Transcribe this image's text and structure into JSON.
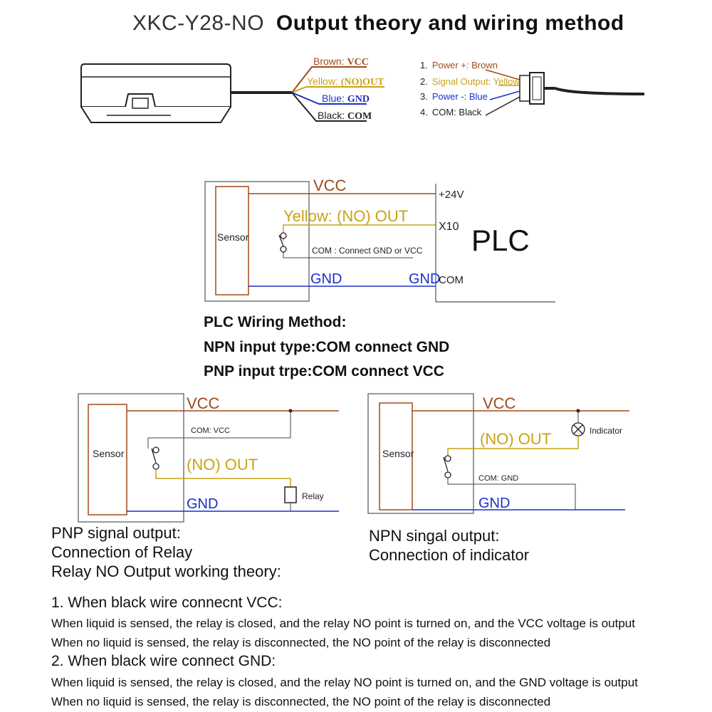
{
  "title": {
    "model": "XKC-Y28-NO",
    "text": "Output theory and wiring method"
  },
  "cable_labels": {
    "brown_prefix": "Brown: ",
    "brown_suffix": "VCC",
    "yellow_prefix": "Yellow: ",
    "yellow_suffix": "(NO)OUT",
    "blue_prefix": "Blue: ",
    "blue_suffix": "GND",
    "black_prefix": "Black: ",
    "black_suffix": "COM"
  },
  "connector_pins": [
    {
      "num": "1.",
      "label": "Power +: Brown"
    },
    {
      "num": "2.",
      "label": "Signal Output: Yellow"
    },
    {
      "num": "3.",
      "label": "Power -: Blue"
    },
    {
      "num": "4.",
      "label": "COM: Black"
    }
  ],
  "plc_diagram": {
    "sensor": "Sensor",
    "vcc": "VCC",
    "yellow_out": "Yellow: (NO) OUT",
    "com_note": "COM : Connect GND or VCC",
    "gnd_left": "GND",
    "gnd_right": "GND",
    "plus24": "+24V",
    "x10": "X10",
    "plc": "PLC",
    "com": "COM"
  },
  "plc_notes": [
    "PLC Wiring Method:",
    "NPN input type:COM connect GND",
    "PNP input trpe:COM connect VCC"
  ],
  "relay_diagram": {
    "sensor": "Sensor",
    "vcc": "VCC",
    "com": "COM: VCC",
    "out": "(NO) OUT",
    "gnd": "GND",
    "relay": "Relay"
  },
  "indicator_diagram": {
    "sensor": "Sensor",
    "vcc": "VCC",
    "out": "(NO) OUT",
    "com": "COM: GND",
    "gnd": "GND",
    "indicator": "Indicator"
  },
  "pnp_caption": [
    "PNP signal output:",
    "Connection of Relay",
    "Relay NO Output working theory:"
  ],
  "npn_caption": [
    "NPN singal output:",
    "Connection of indicator"
  ],
  "theory": [
    {
      "heading": "1. When black wire connecnt VCC:",
      "lines": [
        "When liquid is sensed, the relay is closed, and the relay NO point is turned on, and the VCC voltage is output",
        "When no liquid is sensed, the relay is disconnected, the NO point of the relay is disconnected"
      ]
    },
    {
      "heading": "2. When black wire connect GND:",
      "lines": [
        "When liquid is sensed, the relay is closed, and the relay NO point is turned on, and the GND voltage is output",
        "When no liquid is sensed, the relay is disconnected, the NO point of the relay is disconnected"
      ]
    }
  ],
  "colors": {
    "brown": "#a04a1c",
    "yellow": "#c9a215",
    "blue": "#1c2fc8",
    "black": "#222222"
  }
}
